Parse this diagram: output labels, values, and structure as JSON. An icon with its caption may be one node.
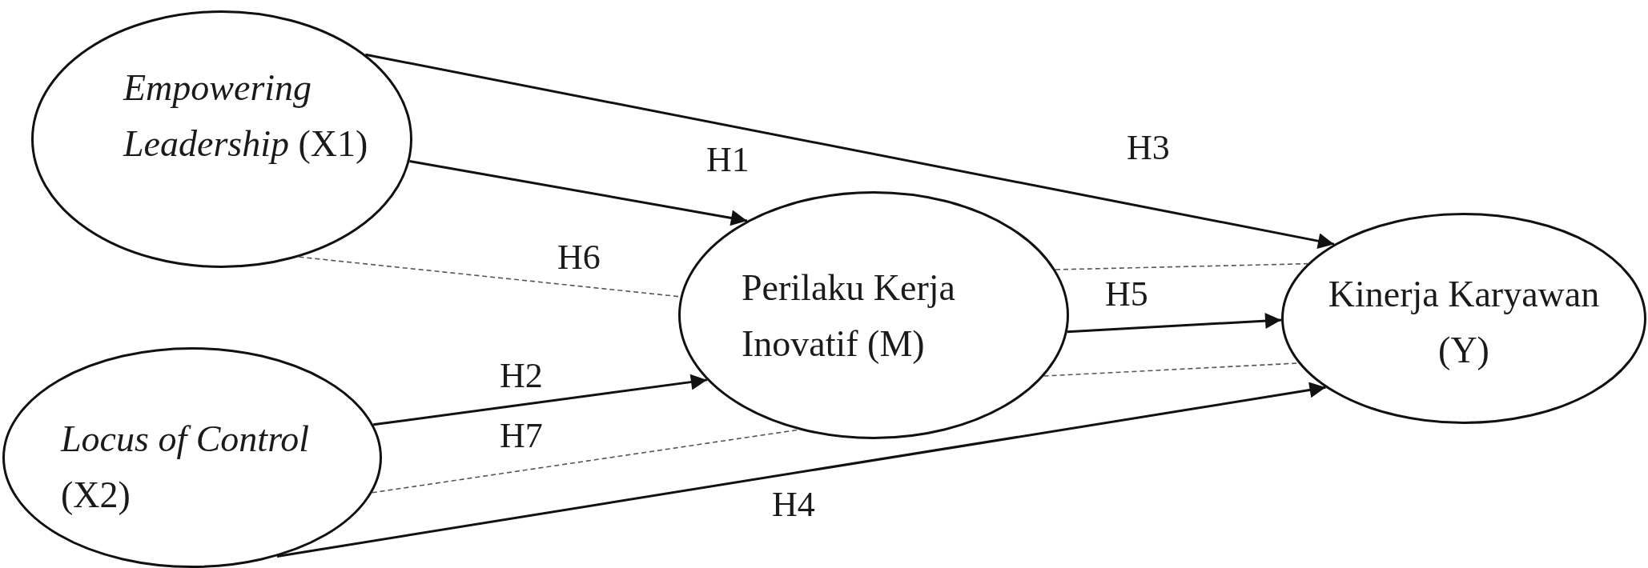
{
  "diagram": {
    "nodes": [
      {
        "text": [
          "*Empowering Leadership* (X1)"
        ]
      },
      {
        "text": [
          "*Locus of Control* (X2)"
        ]
      },
      {
        "text": [
          "Perilaku Kerja Inovatif (M)"
        ]
      },
      {
        "text": [
          "Kinerja Karyawan (Y)"
        ]
      }
    ],
    "edges": [
      {
        "from": 0,
        "to": 2,
        "arrow": "to",
        "label": "H1"
      },
      {
        "from": 0,
        "to": 3,
        "arrow": "to",
        "label": "H3"
      },
      {
        "from": 0,
        "to": 2,
        "arrow": "none",
        "label": "H6",
        "style": "dashed"
      },
      {
        "from": 1,
        "to": 2,
        "arrow": "to",
        "label": "H2"
      },
      {
        "from": 1,
        "to": 2,
        "arrow": "none",
        "label": "H7",
        "style": "dashed"
      },
      {
        "from": 1,
        "to": 3,
        "arrow": "to",
        "label": "H4"
      },
      {
        "from": 2,
        "to": 3,
        "arrow": "to",
        "label": "H5"
      },
      {
        "from": 2,
        "to": 3,
        "arrow": "none",
        "style": "dashed"
      },
      {
        "from": 2,
        "to": 3,
        "arrow": "none",
        "style": "dashed"
      }
    ]
  }
}
